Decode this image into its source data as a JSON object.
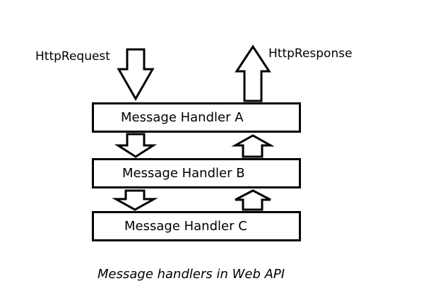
{
  "request_label": "HttpRequest",
  "response_label": "HttpResponse",
  "handlers": [
    "Message Handler A",
    "Message Handler B",
    "Message Handler C"
  ],
  "caption": "Message handlers in Web API",
  "colors": {
    "line": "#000000",
    "fill": "#ffffff",
    "background": "#ffffff"
  }
}
